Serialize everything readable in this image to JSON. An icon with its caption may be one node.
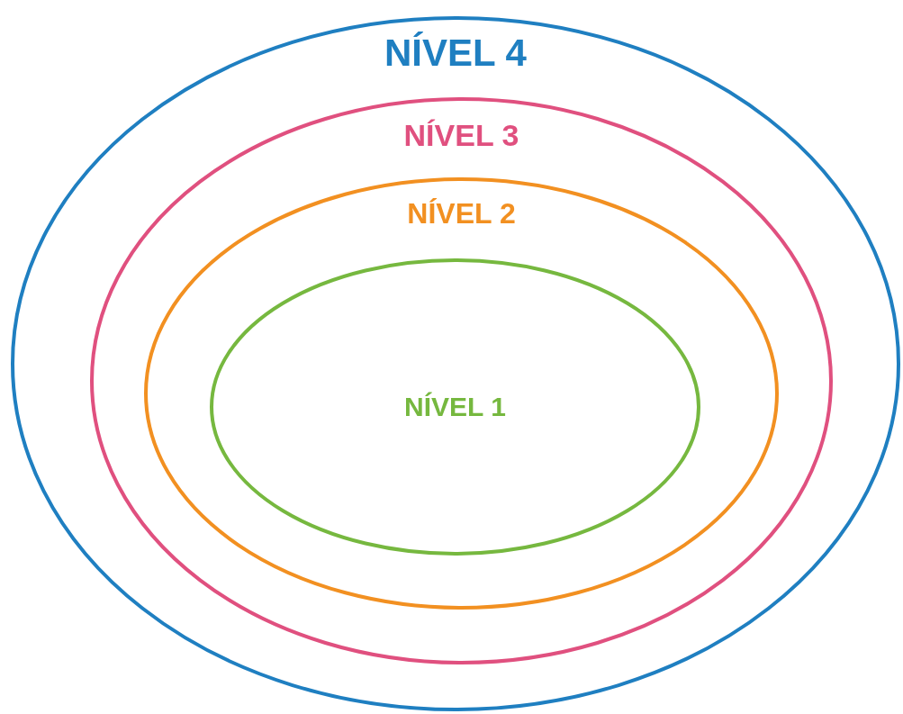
{
  "diagram": {
    "nodes": [
      {
        "text": [
          "NÍVEL 4"
        ]
      },
      {
        "text": [
          "NÍVEL 3"
        ],
        "in": 0
      },
      {
        "text": [
          "NÍVEL 2"
        ],
        "in": 1
      },
      {
        "text": [
          "NÍVEL 1"
        ],
        "in": 2
      }
    ]
  }
}
